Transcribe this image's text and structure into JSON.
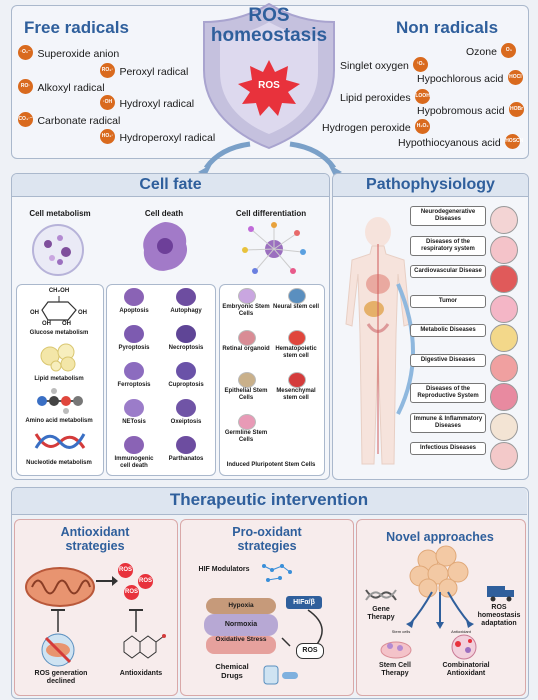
{
  "header": {
    "title": "ROS homeostasis",
    "center_badge": "ROS",
    "free_radicals": {
      "title": "Free radicals",
      "items": [
        {
          "symbol": "·O₂⁻",
          "label": "Superoxide anion"
        },
        {
          "symbol": "RO₂·",
          "label": "Peroxyl radical"
        },
        {
          "symbol": "RO·",
          "label": "Alkoxyl radical"
        },
        {
          "symbol": "·OH",
          "label": "Hydroxyl radical"
        },
        {
          "symbol": "CO₃·⁻",
          "label": "Carbonate radical"
        },
        {
          "symbol": "HO₂·",
          "label": "Hydroperoxyl radical"
        }
      ]
    },
    "non_radicals": {
      "title": "Non radicals",
      "items": [
        {
          "symbol": "O₃",
          "label": "Ozone"
        },
        {
          "symbol": "¹O₂",
          "label": "Singlet oxygen"
        },
        {
          "symbol": "HOCl",
          "label": "Hypochlorous acid"
        },
        {
          "symbol": "LOOH",
          "label": "Lipid peroxides"
        },
        {
          "symbol": "HOBr",
          "label": "Hypobromous acid"
        },
        {
          "symbol": "H₂O₂",
          "label": "Hydrogen peroxide"
        },
        {
          "symbol": "HOSCN",
          "label": "Hypothiocyanous acid"
        }
      ]
    }
  },
  "cell_fate": {
    "title": "Cell fate",
    "metabolism": {
      "title": "Cell metabolism",
      "glucose_formula": [
        "CH₂OH",
        "OH",
        "OH",
        "OH",
        "OH"
      ],
      "items": [
        "Glucose metabolism",
        "Lipid metabolism",
        "Amino acid metabolism",
        "Nucleotide metabolism"
      ]
    },
    "death": {
      "title": "Cell death",
      "items": [
        "Apoptosis",
        "Autophagy",
        "Pyroptosis",
        "Necroptosis",
        "Ferroptosis",
        "Cuproptosis",
        "NETosis",
        "Oxeiptosis",
        "Immunogenic cell death",
        "Parthanatos"
      ]
    },
    "differentiation": {
      "title": "Cell differentiation",
      "items": [
        "Embryonic Stem Cells",
        "Neural stem cell",
        "Retinal organoid",
        "Hematopoietic stem cell",
        "Epithelial Stem Cells",
        "Mesenchymal stem cell",
        "Germline Stem Cells",
        "Induced Pluripotent Stem Cells"
      ]
    }
  },
  "pathophysiology": {
    "title": "Pathophysiology",
    "diseases": [
      "Neurodegenerative Diseases",
      "Diseases of the respiratory system",
      "Cardiovascular Disease",
      "Tumor",
      "Metabolic Diseases",
      "Digestive Diseases",
      "Diseases of the Reproductive System",
      "Immune & Inflammatory Diseases",
      "Infectious Diseases"
    ]
  },
  "therapy": {
    "title": "Therapeutic intervention",
    "antioxidant": {
      "title": "Antioxidant strategies",
      "ros_labels": [
        "ROS",
        "ROS",
        "ROS"
      ],
      "items": [
        "ROS generation declined",
        "Antioxidants"
      ]
    },
    "prooxidant": {
      "title": "Pro-oxidant strategies",
      "hif_modulators": "HIF Modulators",
      "hif_box": "HIFα/β",
      "layers": [
        "Hypoxia",
        "Normoxia",
        "Oxidative Stress"
      ],
      "ros": "ROS",
      "chemical_drugs": "Chemical Drugs"
    },
    "novel": {
      "title": "Novel approaches",
      "items": [
        "Gene Therapy",
        "ROS homeostasis adaptation",
        "Stem Cell Therapy",
        "Combinatorial Antioxidant"
      ],
      "tiny_labels": [
        "Stem cells",
        "Antioxidant"
      ]
    }
  },
  "colors": {
    "accent_blue": "#2f5f9c",
    "ros_red": "#e8323c",
    "chip_orange": "#d96a1e",
    "shield": "#c5c1de",
    "cell_purple": "#9b6fbf"
  }
}
